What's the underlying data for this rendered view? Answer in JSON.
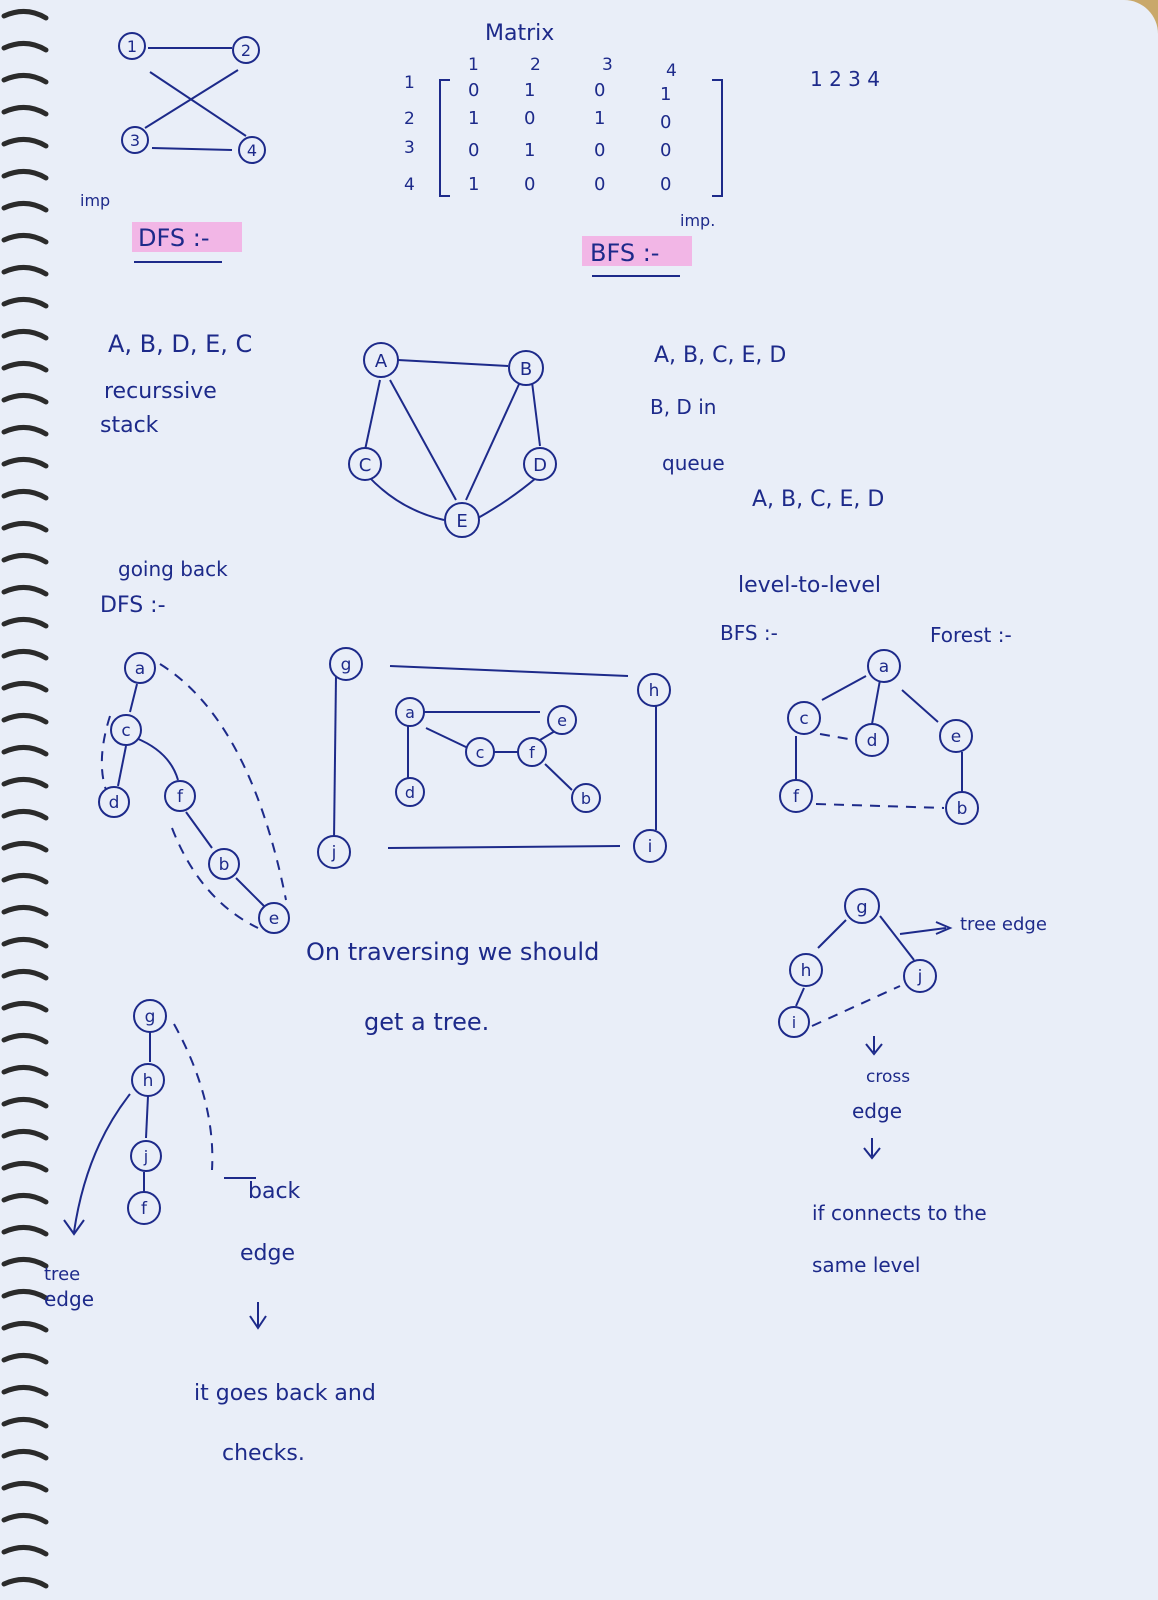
{
  "page_title": "DFS and BFS graph traversal notes",
  "ink_color": "#1d2a8a",
  "highlight_color": "#f2b6e6",
  "top": {
    "small_graph_nodes": [
      "1",
      "2",
      "3",
      "4"
    ],
    "matrix_title": "Matrix",
    "col_headers": [
      "1",
      "2",
      "3",
      "4"
    ],
    "row_headers": [
      "1",
      "2",
      "3",
      "4"
    ],
    "rows": [
      [
        "0",
        "1",
        "0",
        "1"
      ],
      [
        "1",
        "0",
        "1",
        "0"
      ],
      [
        "0",
        "1",
        "0",
        "0"
      ],
      [
        "1",
        "0",
        "0",
        "0"
      ]
    ],
    "side_numbers": "1  2  3  4"
  },
  "dfs": {
    "imp": "imp",
    "heading": "DFS :-",
    "order": "A, B, D, E, C",
    "note1": "recurssive",
    "note2": "stack",
    "nodes": [
      "A",
      "B",
      "C",
      "D",
      "E"
    ]
  },
  "bfs": {
    "imp": "imp.",
    "heading": "BFS :-",
    "order1": "A, B, C, E, D",
    "queue_line": "B, D  in",
    "queue_word": "queue",
    "order2": "A, B, C, E, D",
    "level": "level-to-level"
  },
  "going_back": {
    "line1": "going back",
    "line2": "DFS :-",
    "nodes": [
      "a",
      "c",
      "d",
      "f",
      "b",
      "e"
    ]
  },
  "forest": {
    "box_nodes": [
      "g",
      "h",
      "j",
      "i",
      "a",
      "d",
      "c",
      "f",
      "e",
      "b"
    ],
    "note_line1": "On traversing we should",
    "note_line2": "get a tree."
  },
  "bfs_forest": {
    "label_bfs": "BFS :-",
    "label_forest": "Forest :-",
    "nodes": [
      "a",
      "c",
      "d",
      "e",
      "f",
      "b"
    ]
  },
  "cross": {
    "nodes": [
      "g",
      "h",
      "j",
      "i"
    ],
    "tree_edge": "tree edge",
    "cross1": "cross",
    "cross2": "edge",
    "note1": "if connects to the",
    "note2": "same level"
  },
  "back": {
    "nodes": [
      "g",
      "h",
      "j",
      "f"
    ],
    "tree1": "tree",
    "tree2": "edge",
    "back1": "back",
    "back2": "edge",
    "note1": "it goes back and",
    "note2": "checks."
  }
}
